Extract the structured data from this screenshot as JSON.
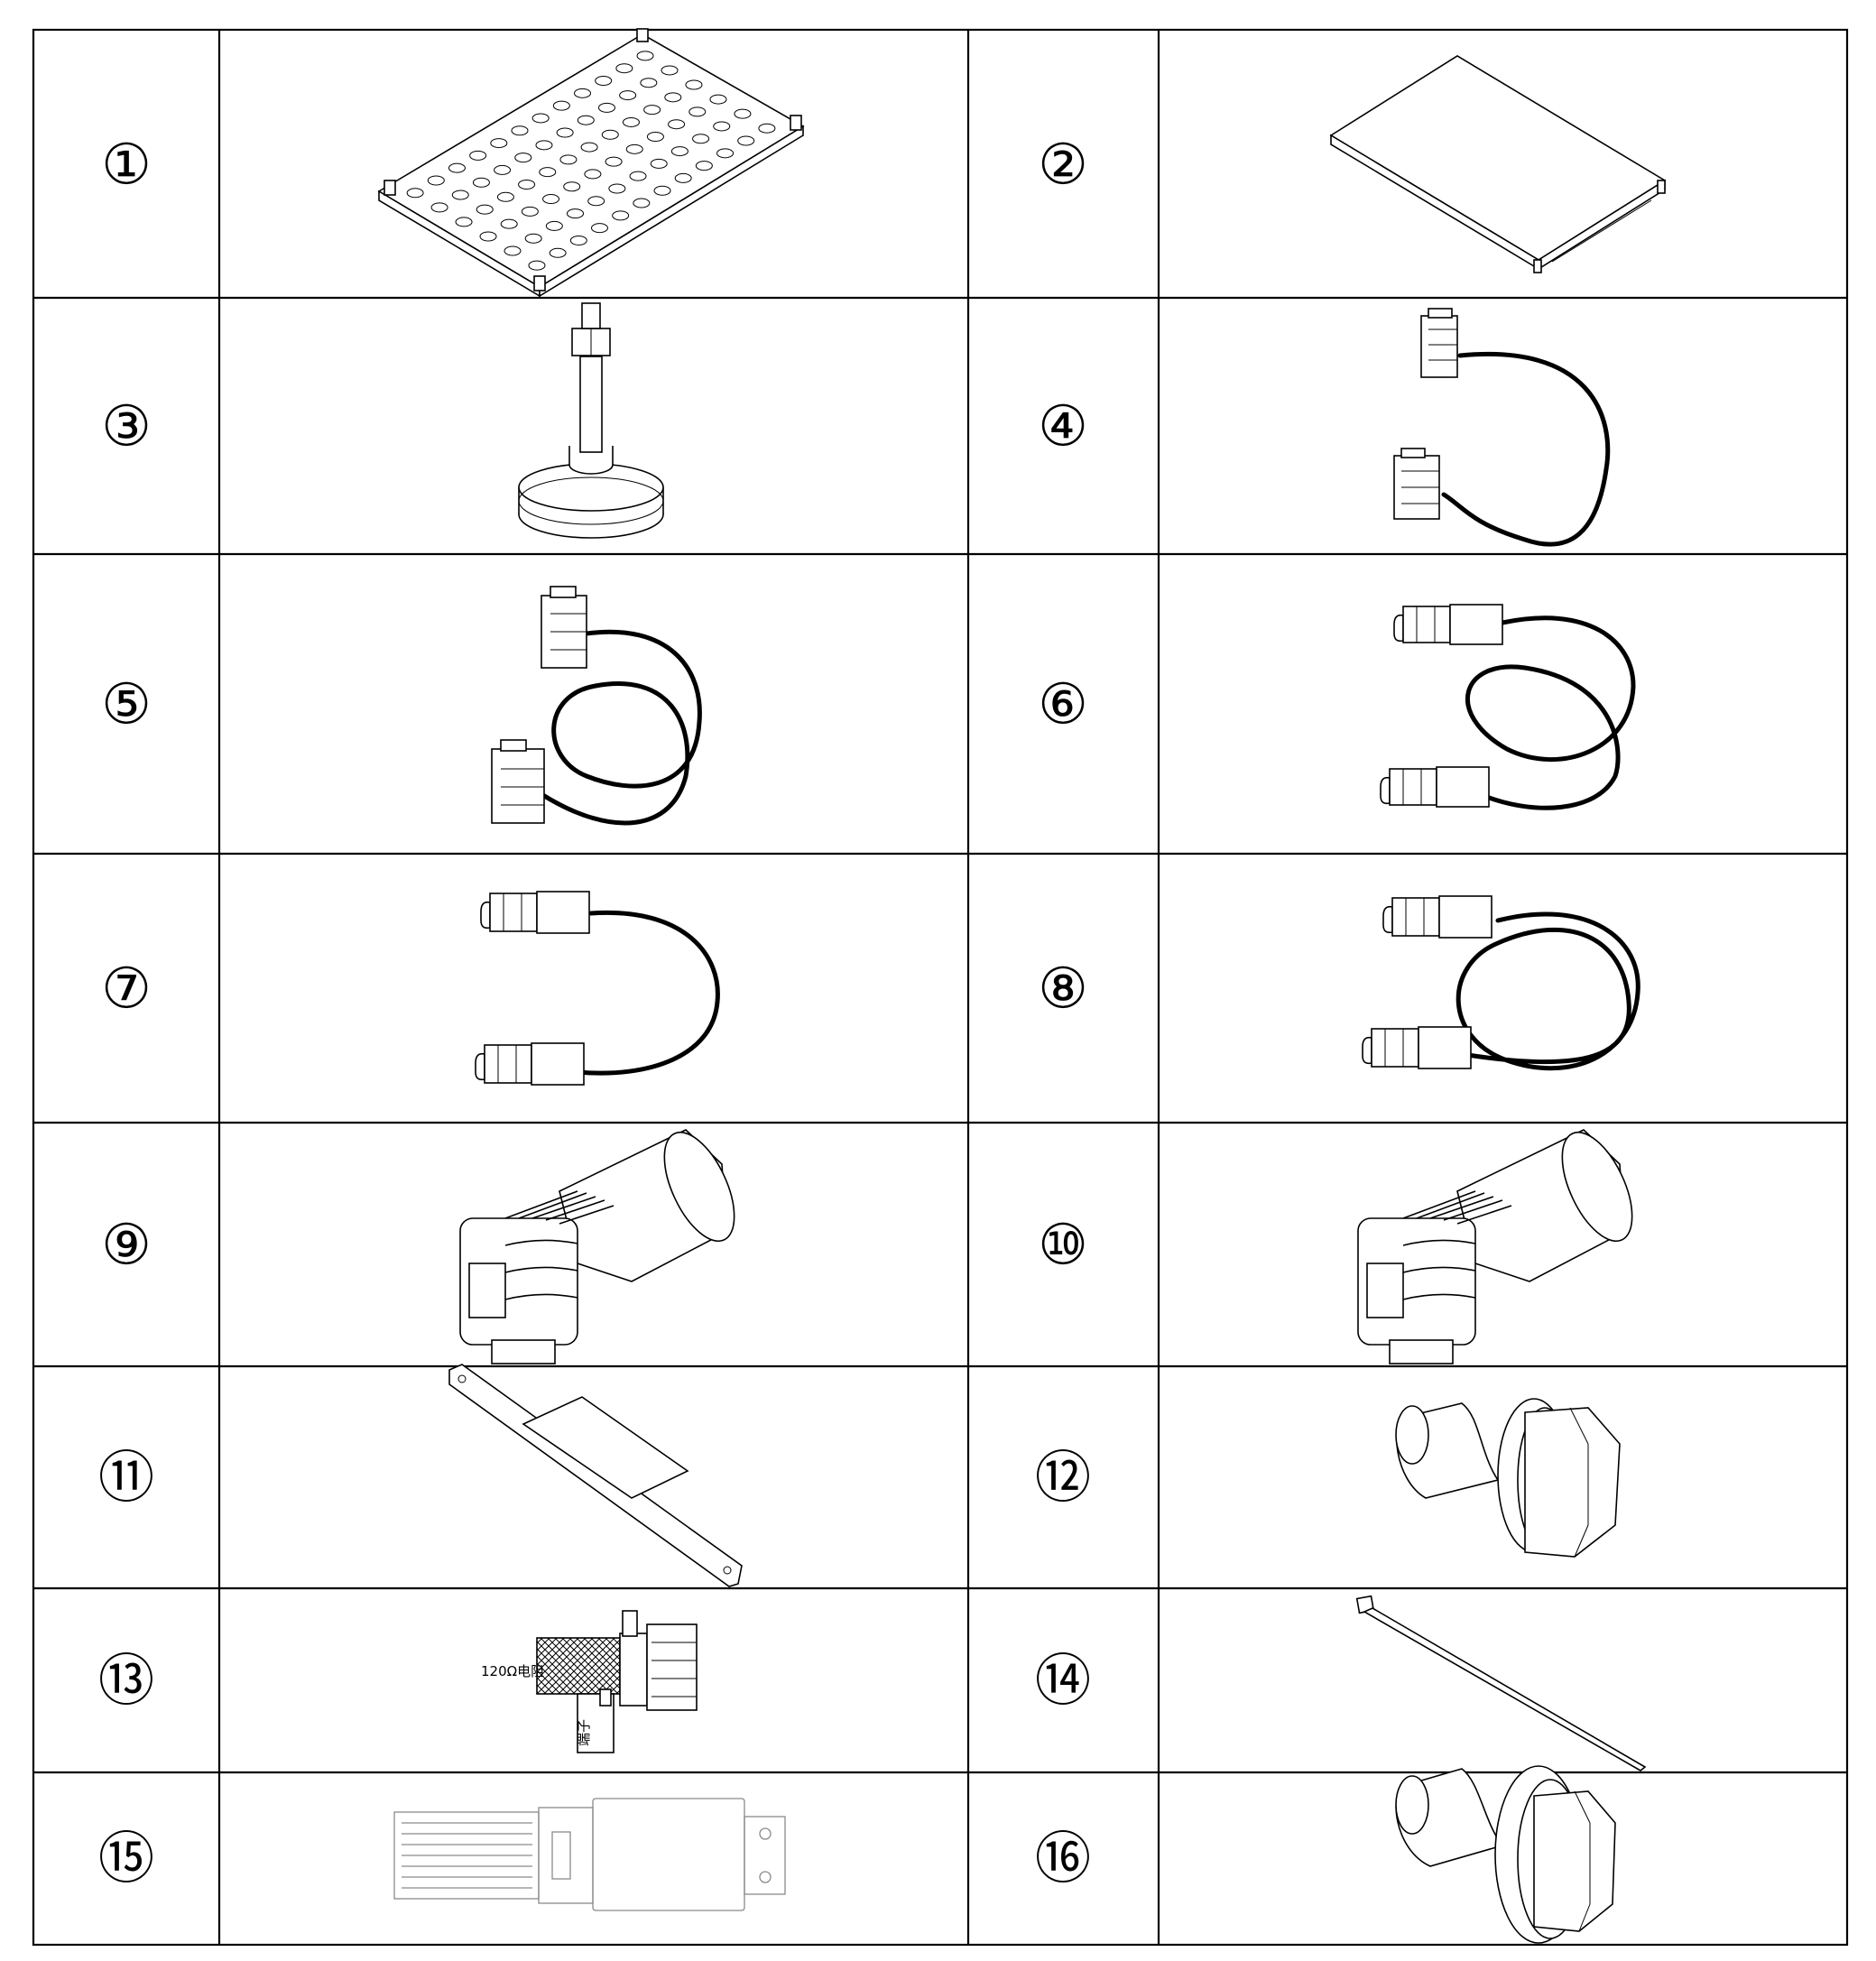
{
  "parts": [
    {
      "number": "①",
      "icon": "perforated-tray-icon"
    },
    {
      "number": "②",
      "icon": "flat-cover-plate-icon"
    },
    {
      "number": "③",
      "icon": "leveling-foot-icon"
    },
    {
      "number": "④",
      "icon": "short-connector-cable-icon"
    },
    {
      "number": "⑤",
      "icon": "long-connector-cable-icon"
    },
    {
      "number": "⑥",
      "icon": "long-bullet-connector-cable-icon"
    },
    {
      "number": "⑦",
      "icon": "short-bullet-connector-cable-icon"
    },
    {
      "number": "⑧",
      "icon": "looped-bullet-connector-cable-icon"
    },
    {
      "number": "⑨",
      "icon": "angled-power-connector-icon"
    },
    {
      "number": "⑩",
      "icon": "angled-power-connector-icon"
    },
    {
      "number": "⑪",
      "icon": "mounting-bracket-icon"
    },
    {
      "number": "⑫",
      "icon": "flange-bolt-icon"
    },
    {
      "number": "⑬",
      "icon": "terminal-resistor-plug-icon"
    },
    {
      "number": "⑭",
      "icon": "cable-tie-icon"
    },
    {
      "number": "⑮",
      "icon": "usb-dongle-icon"
    },
    {
      "number": "⑯",
      "icon": "flange-bolt-icon"
    }
  ],
  "labels": {
    "resistor": "120Ω电阻",
    "tag": "端子"
  }
}
